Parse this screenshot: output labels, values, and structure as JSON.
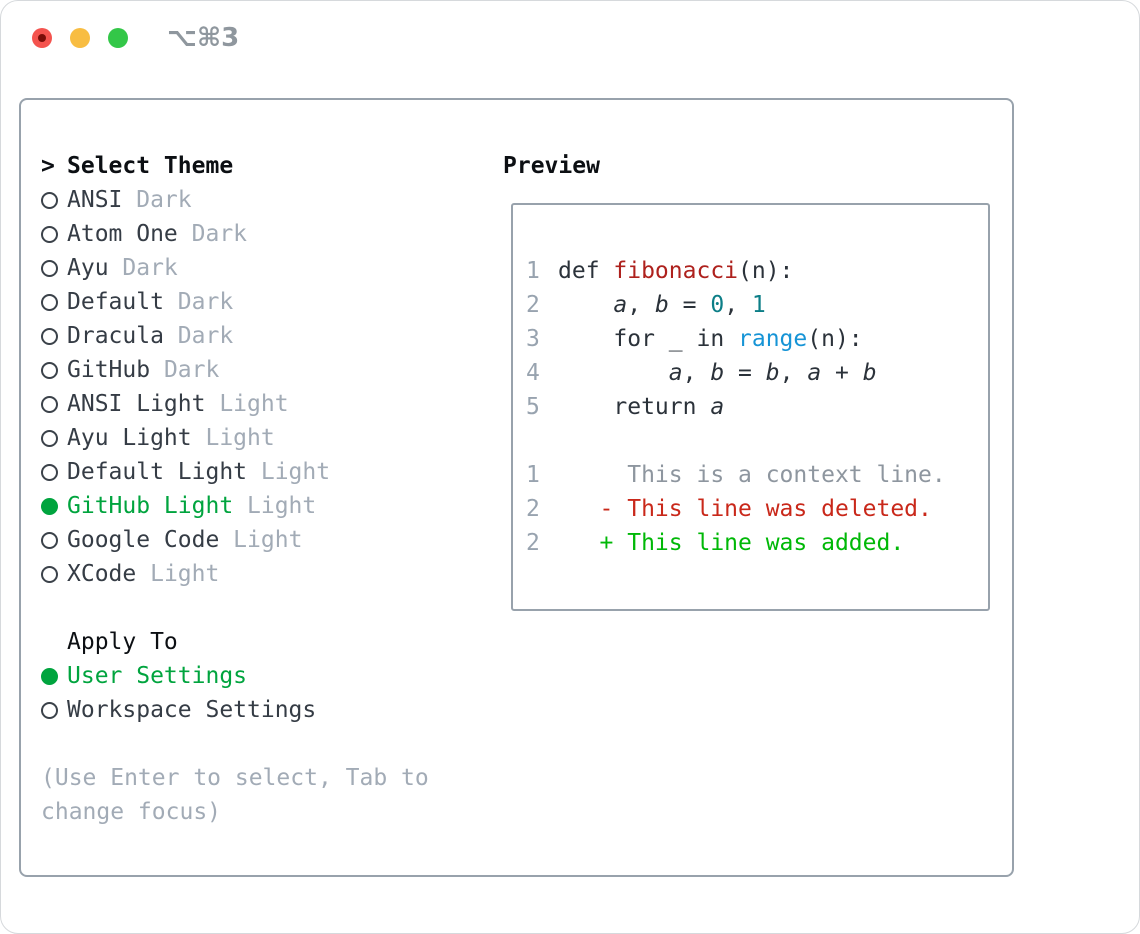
{
  "window": {
    "shortcut_label": "⌥⌘3",
    "traffic_lights": [
      "close",
      "minimize",
      "zoom"
    ]
  },
  "colors": {
    "selected_green": "#00a43e",
    "added_green": "#00b807",
    "deleted_red": "#c9281a",
    "function_red": "#ae211d",
    "builtin_blue": "#1694d6",
    "number_teal": "#0c7e87",
    "muted_gray": "#a2abb6",
    "line_number_gray": "#98a3af",
    "text_dark": "#353c45",
    "border_gray": "#98a2ac"
  },
  "theme_list": {
    "header_marker": ">",
    "header": "Select Theme",
    "items": [
      {
        "label": "ANSI",
        "variant": "Dark",
        "state": "normal"
      },
      {
        "label": "Atom One",
        "variant": "Dark",
        "state": "normal"
      },
      {
        "label": "Ayu",
        "variant": "Dark",
        "state": "normal"
      },
      {
        "label": "Default",
        "variant": "Dark",
        "state": "normal"
      },
      {
        "label": "Dracula",
        "variant": "Dark",
        "state": "normal"
      },
      {
        "label": "GitHub",
        "variant": "Dark",
        "state": "normal"
      },
      {
        "label": "ANSI Light",
        "variant": "Light",
        "state": "normal"
      },
      {
        "label": "Ayu Light",
        "variant": "Light",
        "state": "normal"
      },
      {
        "label": "Default Light",
        "variant": "Light",
        "state": "normal"
      },
      {
        "label": "GitHub Light",
        "variant": "Light",
        "state": "selected"
      },
      {
        "label": "Google Code",
        "variant": "Light",
        "state": "normal"
      },
      {
        "label": "XCode",
        "variant": "Light",
        "state": "normal"
      }
    ]
  },
  "apply_to": {
    "header": "Apply To",
    "items": [
      {
        "label": "User Settings",
        "variant": "",
        "state": "selected"
      },
      {
        "label": "Workspace Settings",
        "variant": "",
        "state": "normal"
      }
    ]
  },
  "help_text": "(Use Enter to select, Tab to change focus)",
  "preview": {
    "title": "Preview",
    "code": [
      {
        "num": "1",
        "p1": "def ",
        "fn": "fibonacci",
        "p2": "(n):"
      },
      {
        "num": "2",
        "p1": "    ",
        "v1": "a",
        "p2": ", ",
        "v2": "b",
        "p3": " = ",
        "n1": "0",
        "p4": ", ",
        "n2": "1"
      },
      {
        "num": "3",
        "p1": "    for _ in ",
        "fn": "range",
        "p2": "(n):"
      },
      {
        "num": "4",
        "p1": "        ",
        "v1": "a",
        "p2": ", ",
        "v2": "b",
        "p3": " = ",
        "v3": "b",
        "p4": ", ",
        "v4": "a",
        "p5": " + ",
        "v5": "b"
      },
      {
        "num": "5",
        "p1": "    return ",
        "v1": "a"
      }
    ],
    "diff": [
      {
        "num": "1",
        "text": "     This is a context line."
      },
      {
        "num": "2",
        "text": "   - This line was deleted."
      },
      {
        "num": "2",
        "text": "   + This line was added."
      }
    ]
  }
}
